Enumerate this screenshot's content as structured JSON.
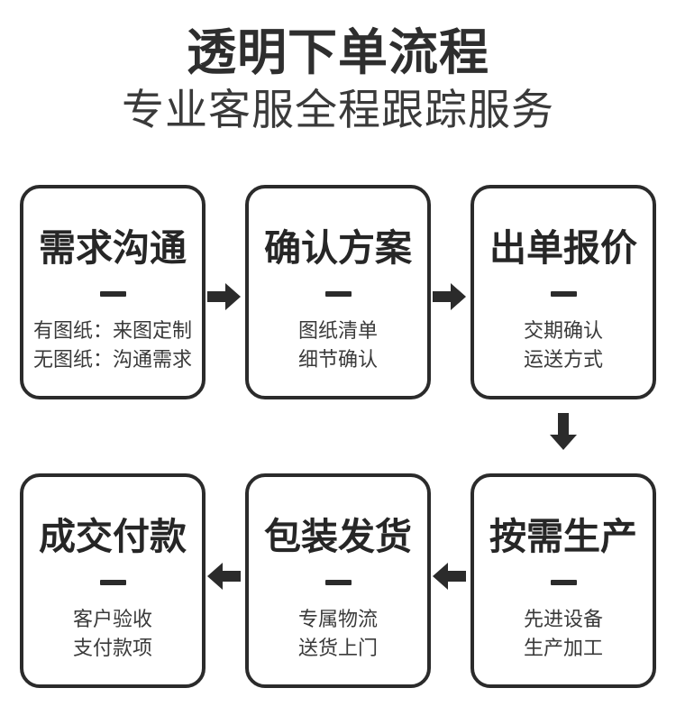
{
  "header": {
    "title": "透明下单流程",
    "subtitle": "专业客服全程跟踪服务"
  },
  "colors": {
    "text": "#2b2b2b",
    "border": "#2b2b2b",
    "background": "#ffffff",
    "arrow": "#2b2b2b",
    "subtext": "#3a3a3a"
  },
  "flow": {
    "row1": [
      {
        "title": "需求沟通",
        "lines": [
          "有图纸：来图定制",
          "无图纸：沟通需求"
        ]
      },
      {
        "title": "确认方案",
        "lines": [
          "图纸清单",
          "细节确认"
        ]
      },
      {
        "title": "出单报价",
        "lines": [
          "交期确认",
          "运送方式"
        ]
      }
    ],
    "row2": [
      {
        "title": "成交付款",
        "lines": [
          "客户验收",
          "支付款项"
        ]
      },
      {
        "title": "包装发货",
        "lines": [
          "专属物流",
          "送货上门"
        ]
      },
      {
        "title": "按需生产",
        "lines": [
          "先进设备",
          "生产加工"
        ]
      }
    ],
    "connectors": [
      {
        "icon": "arrow-right-icon",
        "from": "需求沟通",
        "to": "确认方案"
      },
      {
        "icon": "arrow-right-icon",
        "from": "确认方案",
        "to": "出单报价"
      },
      {
        "icon": "arrow-down-icon",
        "from": "出单报价",
        "to": "按需生产"
      },
      {
        "icon": "arrow-left-icon",
        "from": "按需生产",
        "to": "包装发货"
      },
      {
        "icon": "arrow-left-icon",
        "from": "包装发货",
        "to": "成交付款"
      }
    ]
  }
}
